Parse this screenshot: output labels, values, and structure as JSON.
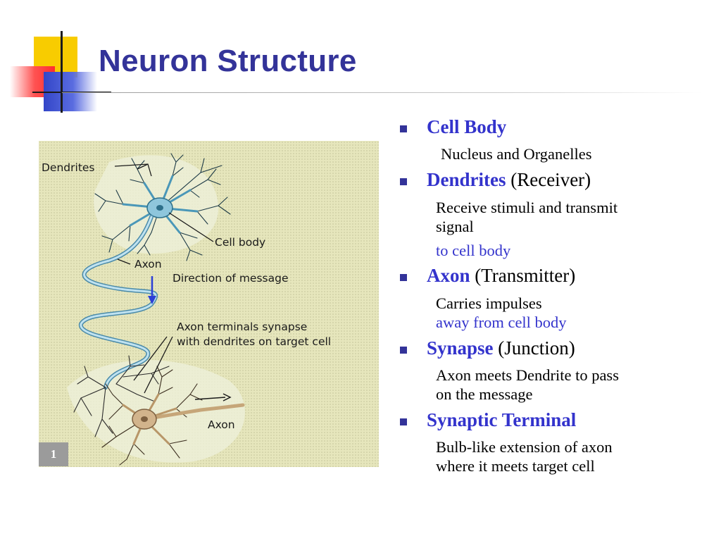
{
  "slide": {
    "title": "Neuron Structure",
    "number": "1"
  },
  "figure": {
    "labels": {
      "dendrites": "Dendrites",
      "cell_body": "Cell body",
      "axon": "Axon",
      "direction": "Direction of message",
      "terminals_line1": "Axon terminals synapse",
      "terminals_line2": "with dendrites on target cell",
      "axon_bottom": "Axon"
    },
    "colors": {
      "neuron_top": "#8ec6dc",
      "neuron_bottom": "#d2b48c",
      "arrow": "#2b3fd6"
    }
  },
  "bullets": [
    {
      "term": "Cell Body",
      "role": "",
      "lines": [
        {
          "text": "Nucleus and Organelles",
          "color": "black"
        }
      ]
    },
    {
      "term": "Dendrites",
      "role": " (Receiver)",
      "lines": [
        {
          "text": "Receive stimuli and transmit",
          "color": "black"
        },
        {
          "text": "signal",
          "color": "black"
        },
        {
          "text": "to cell body",
          "color": "blue"
        }
      ]
    },
    {
      "term": "Axon",
      "role": " (Transmitter)",
      "lines": [
        {
          "text": "Carries impulses",
          "color": "black"
        },
        {
          "text": "away from cell body",
          "color": "blue"
        }
      ]
    },
    {
      "term": "Synapse",
      "role": " (Junction)",
      "lines": [
        {
          "text": "Axon meets Dendrite to pass",
          "color": "black"
        },
        {
          "text": "on the message",
          "color": "black"
        }
      ]
    },
    {
      "term": "Synaptic Terminal",
      "role": "",
      "lines": [
        {
          "text": "Bulb-like extension of axon",
          "color": "black"
        },
        {
          "text": "where it meets target cell",
          "color": "black"
        }
      ]
    }
  ]
}
